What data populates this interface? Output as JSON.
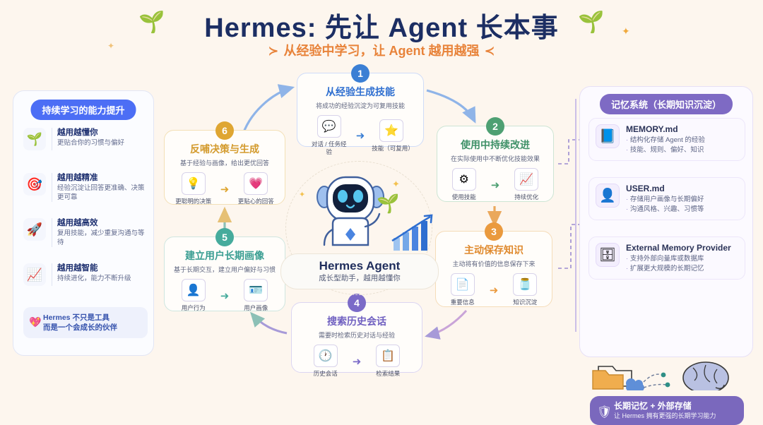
{
  "header": {
    "title": "Hermes: 先让 Agent 长本事",
    "subtitle": "从经验中学习，让 Agent 越用越强",
    "chev_left": "≻",
    "chev_right": "≺",
    "sprout_icon": "🌱",
    "sparkle_icon": "✦"
  },
  "left_panel": {
    "pill": "持续学习的能力提升",
    "features": [
      {
        "icon": "🌱",
        "title": "越用越懂你",
        "desc": "更贴合你的习惯与偏好"
      },
      {
        "icon": "🎯",
        "title": "越用越精准",
        "desc": "经验沉淀让回答更准确、决策更可靠"
      },
      {
        "icon": "🚀",
        "title": "越用越高效",
        "desc": "复用技能，减少重复沟通与等待"
      },
      {
        "icon": "📈",
        "title": "越用越智能",
        "desc": "持续进化，能力不断升级"
      }
    ],
    "note_icon": "💖",
    "note_line1": "Hermes 不只是工具",
    "note_line2": "而是一个会成长的伙伴"
  },
  "center": {
    "name": "Hermes Agent",
    "tagline": "成长型助手，越用越懂你",
    "robot_icon": "robot-mascot",
    "seedling_icon": "🌱",
    "chart_icon": "growth-chart"
  },
  "steps": [
    {
      "num": "1",
      "title": "从经验生成技能",
      "desc": "将成功的经验沉淀为可复用技能",
      "color": "#2f6fd0",
      "from_icon": "💬",
      "from_label": "对话 / 任务经验",
      "to_icon": "⭐",
      "to_label": "技能（可复用）"
    },
    {
      "num": "2",
      "title": "使用中持续改进",
      "desc": "在实际使用中不断优化技能效果",
      "color": "#3f9168",
      "from_icon": "⚙",
      "from_label": "使用技能",
      "to_icon": "📈",
      "to_label": "持续优化"
    },
    {
      "num": "3",
      "title": "主动保存知识",
      "desc": "主动将有价值的信息保存下来",
      "color": "#e08a2e",
      "from_icon": "📄",
      "from_label": "重要信息",
      "to_icon": "🫙",
      "to_label": "知识沉淀"
    },
    {
      "num": "4",
      "title": "搜索历史会话",
      "desc": "需要时检索历史对话与经验",
      "color": "#6f5fc0",
      "from_icon": "🕐",
      "from_label": "历史会话",
      "to_icon": "📋",
      "to_label": "检索结果"
    },
    {
      "num": "5",
      "title": "建立用户长期画像",
      "desc": "基于长期交互，建立用户偏好与习惯",
      "color": "#3a9e92",
      "from_icon": "👤",
      "from_label": "用户行为",
      "to_icon": "🪪",
      "to_label": "用户画像"
    },
    {
      "num": "6",
      "title": "反哺决策与生成",
      "desc": "基于经验与画像，给出更优回答",
      "color": "#d39a2c",
      "from_icon": "💡",
      "from_label": "更聪明的决策",
      "to_icon": "💗",
      "to_label": "更贴心的回答"
    }
  ],
  "right_panel": {
    "pill": "记忆系统（长期知识沉淀）",
    "cards": [
      {
        "icon": "📘",
        "title": "MEMORY.md",
        "bullets": [
          "结构化存储 Agent 的经验",
          "技能、规则、偏好、知识"
        ]
      },
      {
        "icon": "👤",
        "title": "USER.md",
        "bullets": [
          "存储用户画像与长期偏好",
          "沟通风格、兴趣、习惯等"
        ]
      },
      {
        "icon": "🗄",
        "title": "External Memory Provider",
        "bullets": [
          "支持外部向量库或数据库",
          "扩展更大规模的长期记忆"
        ]
      }
    ],
    "flow_icons": [
      "folder-icon",
      "cloud-icon",
      "brain-icon"
    ],
    "banner_icon": "🛡",
    "banner_title": "长期记忆 + 外部存储",
    "banner_sub": "让 Hermes 拥有更强的长期学习能力"
  }
}
